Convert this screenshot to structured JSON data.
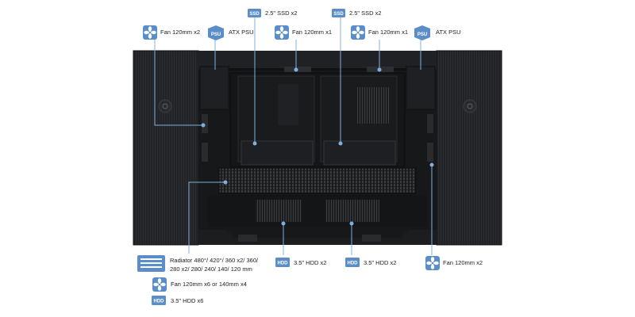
{
  "colors": {
    "accent": "#5b8ec9",
    "line": "#7fb0e0",
    "case_dark": "#1e1f21",
    "case_panel": "#2a2b2e"
  },
  "callouts": {
    "fan_top_left": {
      "icon": "fan-icon",
      "text": "Fan 120mm x2"
    },
    "psu_left": {
      "icon": "psu-icon",
      "badge": "PSU",
      "text": "ATX PSU"
    },
    "fan_top_center_left": {
      "icon": "fan-icon",
      "text": "Fan 120mm x1"
    },
    "ssd_left": {
      "icon": "ssd-icon",
      "badge": "SSD",
      "text": "2.5\" SSD x2"
    },
    "ssd_right": {
      "icon": "ssd-icon",
      "badge": "SSD",
      "text": "2.5\" SSD x2"
    },
    "fan_top_center_right": {
      "icon": "fan-icon",
      "text": "Fan 120mm x1"
    },
    "psu_right": {
      "icon": "psu-icon",
      "badge": "PSU",
      "text": "ATX PSU"
    },
    "radiator": {
      "icon": "radiator-icon",
      "text_line1": "Radiator 480°/ 420°/ 360 x2/ 360/",
      "text_line2": "280 x2/ 280/ 240/ 140/ 120 mm"
    },
    "fan_bottom_left": {
      "icon": "fan-icon",
      "text": "Fan 120mm x6 or 140mm x4"
    },
    "hdd_bottom_left": {
      "icon": "hdd-icon",
      "badge": "HDD",
      "text": "3.5\" HDD x6"
    },
    "hdd_bottom_center_left": {
      "icon": "hdd-icon",
      "badge": "HDD",
      "text": "3.5\" HDD x2"
    },
    "hdd_bottom_center_right": {
      "icon": "hdd-icon",
      "badge": "HDD",
      "text": "3.5\" HDD x2"
    },
    "fan_bottom_right": {
      "icon": "fan-icon",
      "text": "Fan 120mm x2"
    }
  }
}
